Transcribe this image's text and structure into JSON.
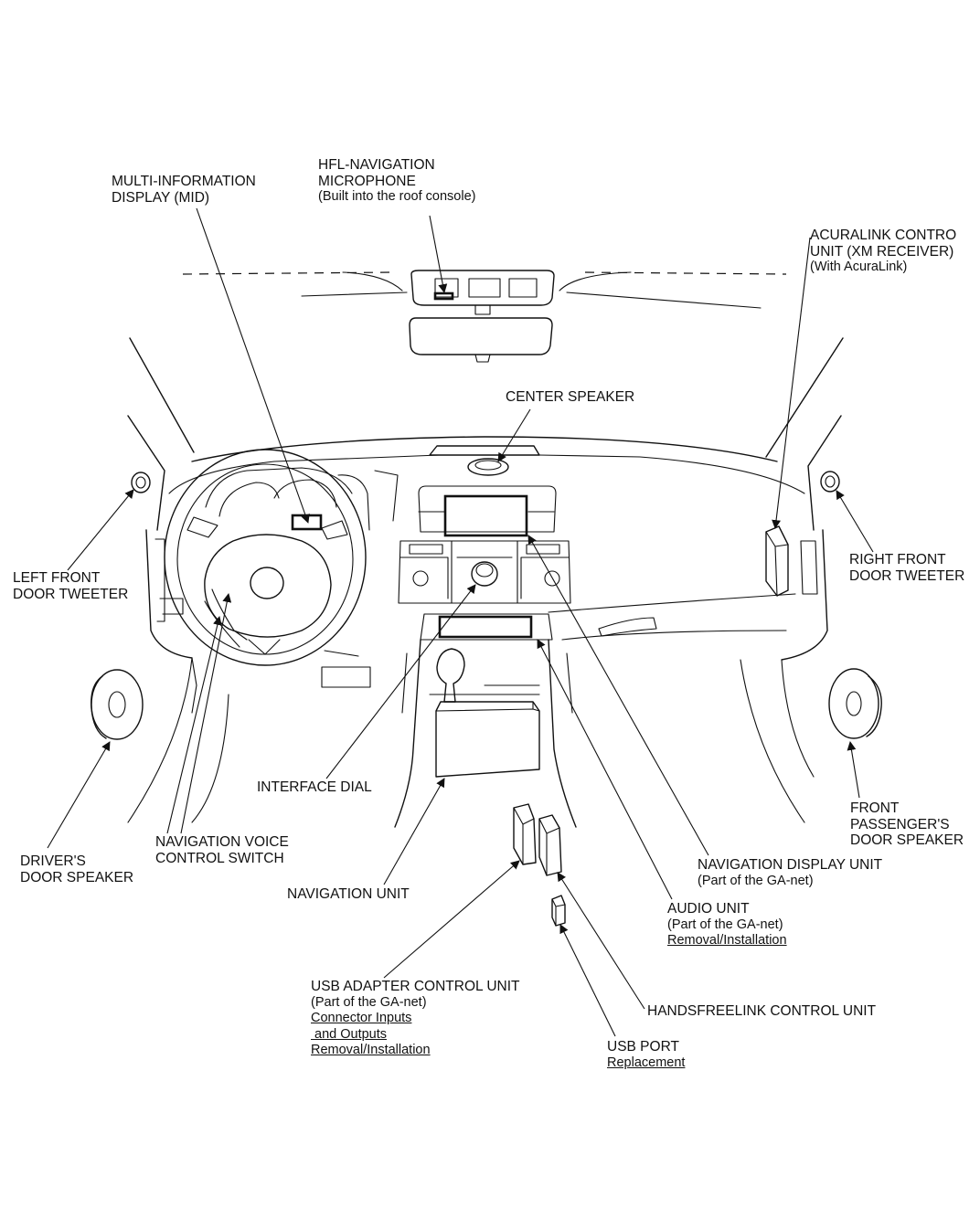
{
  "labels": {
    "mid": [
      "MULTI-INFORMATION",
      "DISPLAY (MID)"
    ],
    "hfl_mic": [
      "HFL-NAVIGATION",
      "MICROPHONE",
      "(Built into the roof console)"
    ],
    "acuralink": [
      "ACURALINK CONTRO",
      "UNIT (XM RECEIVER)",
      "(With AcuraLink)"
    ],
    "center_speaker": [
      "CENTER SPEAKER"
    ],
    "left_tweeter": [
      "LEFT FRONT",
      "DOOR TWEETER"
    ],
    "right_tweeter": [
      "RIGHT FRONT",
      "DOOR TWEETER"
    ],
    "interface_dial": [
      "INTERFACE DIAL"
    ],
    "front_passenger_speaker": [
      "FRONT",
      "PASSENGER'S",
      "DOOR SPEAKER"
    ],
    "drivers_speaker": [
      "DRIVER'S",
      "DOOR SPEAKER"
    ],
    "nav_voice_switch": [
      "NAVIGATION VOICE",
      "CONTROL SWITCH"
    ],
    "navigation_unit": [
      "NAVIGATION UNIT"
    ],
    "nav_display": [
      "NAVIGATION DISPLAY UNIT",
      "(Part of the GA-net)"
    ],
    "audio_unit": {
      "lines": [
        "AUDIO UNIT",
        "(Part of the GA-net)"
      ],
      "links": [
        "Removal/Installation"
      ]
    },
    "usb_adapter": {
      "lines": [
        "USB ADAPTER CONTROL UNIT",
        "(Part of the GA-net)"
      ],
      "links": [
        "Connector Inputs",
        " and Outputs",
        "Removal/Installation"
      ]
    },
    "handsfreelink": [
      "HANDSFREELINK CONTROL UNIT"
    ],
    "usb_port": {
      "lines": [
        "USB PORT"
      ],
      "links": [
        "Replacement"
      ]
    }
  }
}
